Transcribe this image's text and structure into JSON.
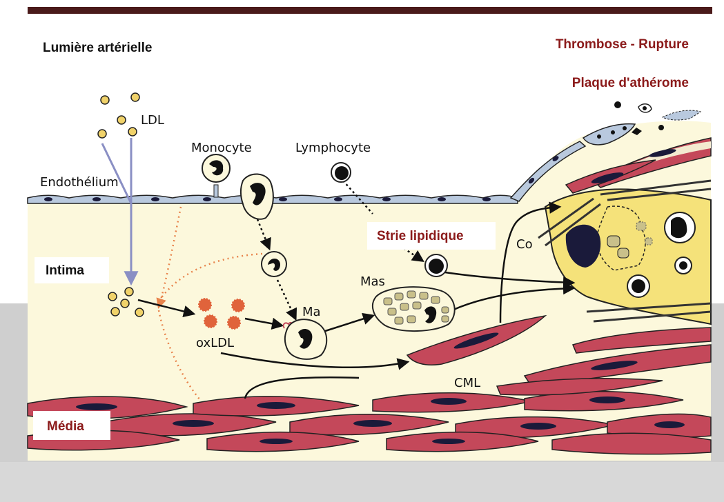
{
  "labels": {
    "lumen": "Lumière artérielle",
    "thrombosis": "Thrombose - Rupture",
    "plaque": "Plaque d'athérome",
    "ldl": "LDL",
    "monocyte": "Monocyte",
    "lymphocyte": "Lymphocyte",
    "endothelium": "Endothélium",
    "fatty_streak": "Strie lipidique",
    "intima": "Intima",
    "collagen": "Co",
    "foam_cell": "Mas",
    "macrophage": "Ma",
    "oxldl": "oxLDL",
    "smc": "CML",
    "media": "Média"
  },
  "colors": {
    "dark_red_text": "#8b1a1a",
    "intima_fill": "#fcf8dc",
    "smc_fill": "#c4485a",
    "endothelium_fill": "#b9c9de",
    "ldl_fill": "#f0d26a",
    "oxldl_fill": "#e0633b",
    "plaque_core": "#f5e27a",
    "orange_dots": "#e8844c",
    "lavender_arrow": "#8a8fc4"
  }
}
